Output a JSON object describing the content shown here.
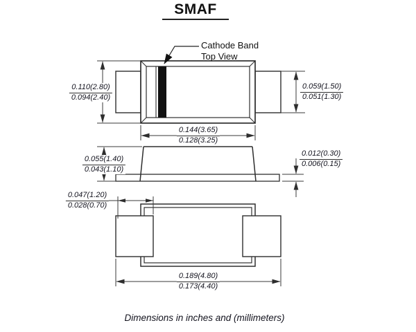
{
  "title": "SMAF",
  "callout": {
    "line1": "Cathode Band",
    "line2": "Top View"
  },
  "footer": "Dimensions in inches and (millimeters)",
  "dims": {
    "body_height": {
      "max": "0.110(2.80)",
      "min": "0.094(2.40)"
    },
    "lead_width": {
      "max": "0.059(1.50)",
      "min": "0.051(1.30)"
    },
    "body_width": {
      "max": "0.144(3.65)",
      "min": "0.128(3.25)"
    },
    "profile_height": {
      "max": "0.055(1.40)",
      "min": "0.043(1.10)"
    },
    "lead_thickness": {
      "max": "0.012(0.30)",
      "min": "0.006(0.15)"
    },
    "pad_width": {
      "max": "0.047(1.20)",
      "min": "0.028(0.70)"
    },
    "overall_width": {
      "max": "0.189(4.80)",
      "min": "0.173(4.40)"
    }
  },
  "colors": {
    "line": "#2e2e2e",
    "cathode_band": "#111111",
    "text": "#14141f",
    "background": "#ffffff"
  }
}
